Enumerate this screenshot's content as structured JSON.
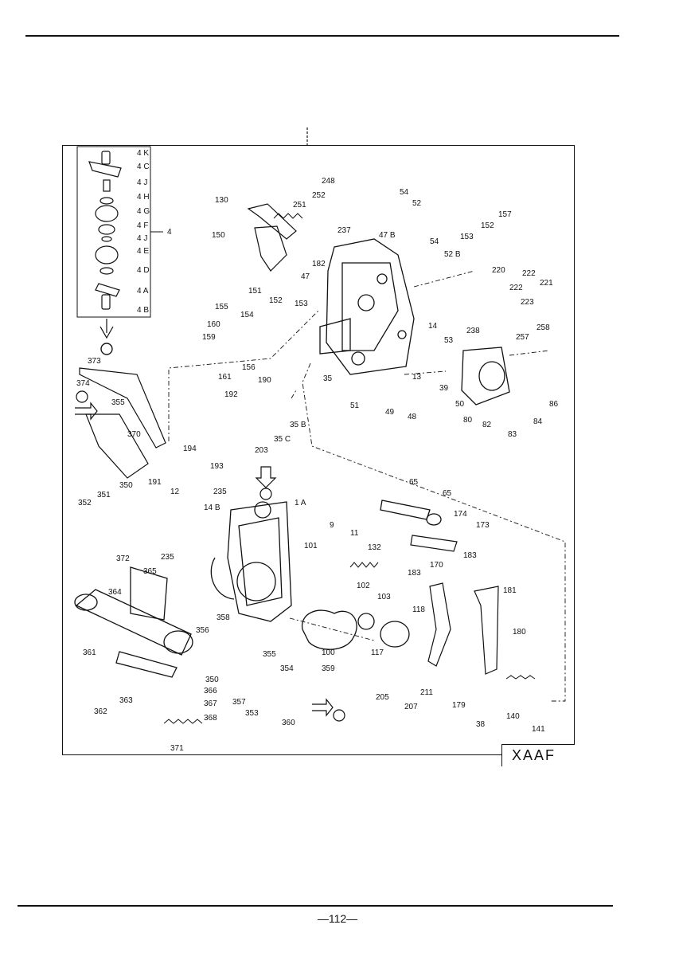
{
  "page_number": "—112—",
  "diagram_code": "XAAF",
  "parts": [
    "4 K",
    "4 C",
    "4 J",
    "4 H",
    "4 G",
    "4 F",
    "4 J",
    "4 E",
    "4 D",
    "4 A",
    "4 B",
    "4",
    "130",
    "150",
    "248",
    "251",
    "252",
    "54",
    "52",
    "237",
    "47 B",
    "54",
    "52 B",
    "153",
    "152",
    "157",
    "182",
    "47",
    "151",
    "152",
    "153",
    "220",
    "222",
    "221",
    "222",
    "223",
    "155",
    "154",
    "14",
    "53",
    "159",
    "160",
    "156",
    "161",
    "238",
    "257",
    "258",
    "373",
    "374",
    "355",
    "35",
    "13",
    "39",
    "50",
    "86",
    "190",
    "192",
    "51",
    "49",
    "48",
    "80",
    "82",
    "83",
    "84",
    "35 B",
    "35 C",
    "203",
    "193",
    "194",
    "370",
    "191",
    "351",
    "350",
    "352",
    "65",
    "65",
    "174",
    "173",
    "12",
    "14 B",
    "235",
    "1 A",
    "9",
    "11",
    "132",
    "101",
    "183",
    "183",
    "170",
    "181",
    "235",
    "372",
    "365",
    "364",
    "102",
    "103",
    "118",
    "180",
    "358",
    "356",
    "361",
    "355",
    "354",
    "359",
    "350",
    "366",
    "367",
    "368",
    "357",
    "353",
    "360",
    "362",
    "363",
    "371",
    "100",
    "117",
    "205",
    "207",
    "211",
    "179",
    "38",
    "140",
    "141"
  ]
}
